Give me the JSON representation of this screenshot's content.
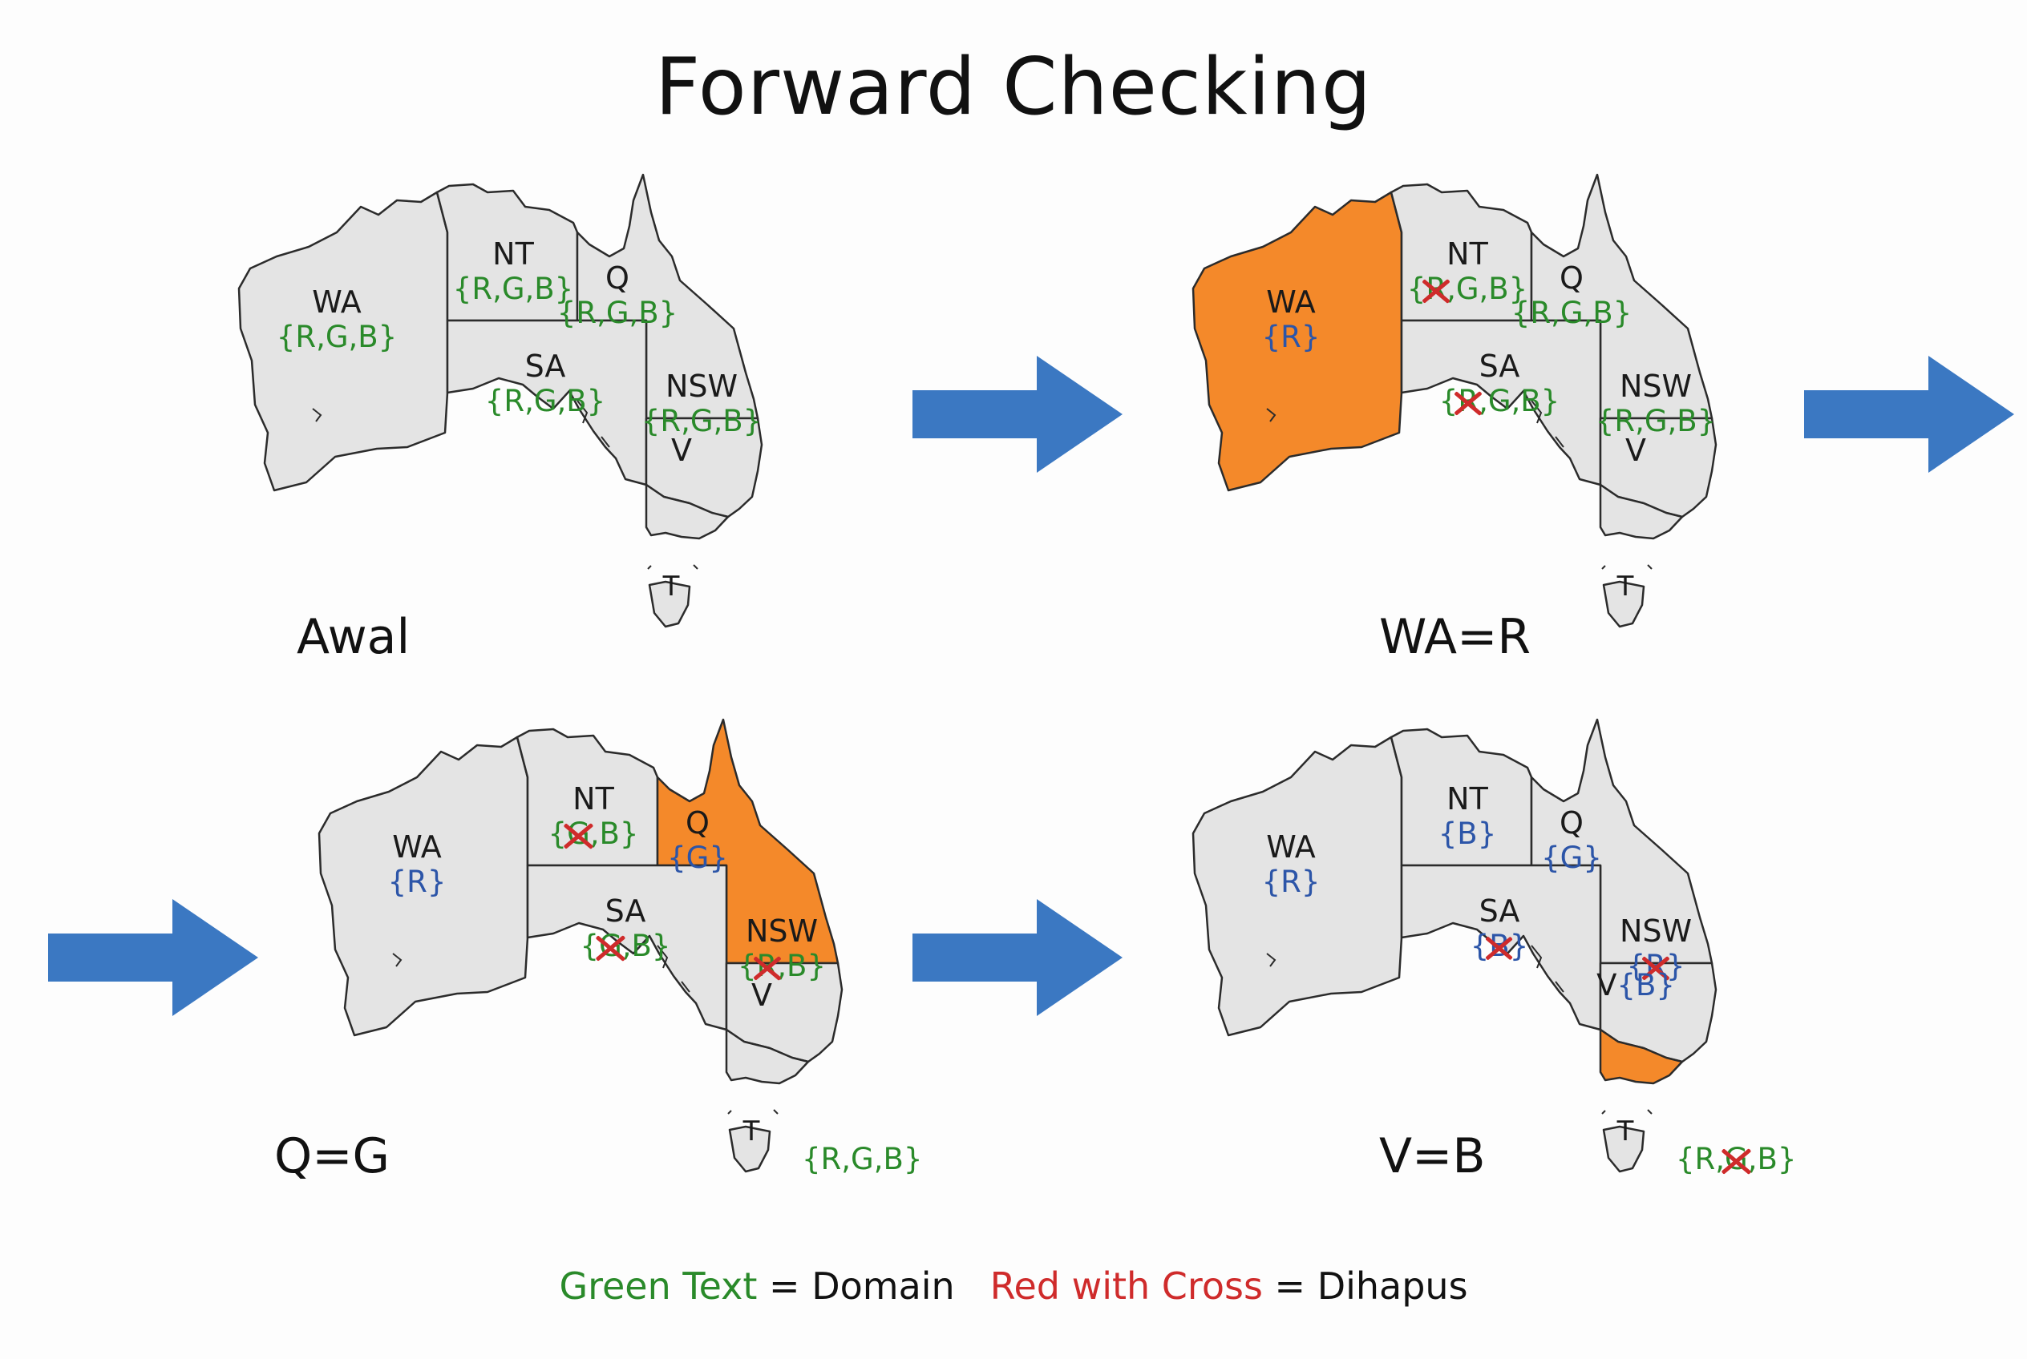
{
  "title": "Forward Checking",
  "panels": [
    {
      "caption": "Awal",
      "regions": {
        "WA": {
          "name": "WA",
          "domain": [
            {
              "v": "R"
            },
            {
              "v": "G"
            },
            {
              "v": "B"
            }
          ],
          "color": "green"
        },
        "NT": {
          "name": "NT",
          "domain": [
            {
              "v": "R"
            },
            {
              "v": "G"
            },
            {
              "v": "B"
            }
          ],
          "color": "green"
        },
        "Q": {
          "name": "Q",
          "domain": [
            {
              "v": "R"
            },
            {
              "v": "G"
            },
            {
              "v": "B"
            }
          ],
          "color": "green"
        },
        "SA": {
          "name": "SA",
          "domain": [
            {
              "v": "R"
            },
            {
              "v": "G"
            },
            {
              "v": "B"
            }
          ],
          "color": "green"
        },
        "NSW": {
          "name": "NSW",
          "domain": [
            {
              "v": "R"
            },
            {
              "v": "G"
            },
            {
              "v": "B"
            }
          ],
          "color": "green"
        },
        "V": {
          "name": "V"
        },
        "T": {
          "name": "T"
        }
      },
      "filled": []
    },
    {
      "caption": "WA=R",
      "regions": {
        "WA": {
          "name": "WA",
          "domain": [
            {
              "v": "R"
            }
          ],
          "color": "blue"
        },
        "NT": {
          "name": "NT",
          "domain": [
            {
              "v": "R",
              "x": true
            },
            {
              "v": "G"
            },
            {
              "v": "B"
            }
          ],
          "color": "green"
        },
        "Q": {
          "name": "Q",
          "domain": [
            {
              "v": "R"
            },
            {
              "v": "G"
            },
            {
              "v": "B"
            }
          ],
          "color": "green"
        },
        "SA": {
          "name": "SA",
          "domain": [
            {
              "v": "R",
              "x": true
            },
            {
              "v": "G"
            },
            {
              "v": "B"
            }
          ],
          "color": "green"
        },
        "NSW": {
          "name": "NSW",
          "domain": [
            {
              "v": "R"
            },
            {
              "v": "G"
            },
            {
              "v": "B"
            }
          ],
          "color": "green"
        },
        "V": {
          "name": "V"
        },
        "T": {
          "name": "T"
        }
      },
      "filled": [
        "WA"
      ]
    },
    {
      "caption": "Q=G",
      "regions": {
        "WA": {
          "name": "WA",
          "domain": [
            {
              "v": "R"
            }
          ],
          "color": "blue"
        },
        "NT": {
          "name": "NT",
          "domain": [
            {
              "v": "G",
              "x": true
            },
            {
              "v": "B"
            }
          ],
          "color": "green"
        },
        "Q": {
          "name": "Q",
          "domain": [
            {
              "v": "G"
            }
          ],
          "color": "blue"
        },
        "SA": {
          "name": "SA",
          "domain": [
            {
              "v": "G",
              "x": true
            },
            {
              "v": "B"
            }
          ],
          "color": "green"
        },
        "NSW": {
          "name": "NSW",
          "domain": [
            {
              "v": "R",
              "x": true
            },
            {
              "v": "B"
            }
          ],
          "color": "green"
        },
        "V": {
          "name": "V"
        },
        "T": {
          "name": "T",
          "domain": [
            {
              "v": "R"
            },
            {
              "v": "G"
            },
            {
              "v": "B"
            }
          ],
          "color": "green"
        }
      },
      "filled": [
        "Q"
      ]
    },
    {
      "caption": "V=B",
      "regions": {
        "WA": {
          "name": "WA",
          "domain": [
            {
              "v": "R"
            }
          ],
          "color": "blue"
        },
        "NT": {
          "name": "NT",
          "domain": [
            {
              "v": "B"
            }
          ],
          "color": "blue"
        },
        "Q": {
          "name": "Q",
          "domain": [
            {
              "v": "G"
            }
          ],
          "color": "blue"
        },
        "SA": {
          "name": "SA",
          "domain": [
            {
              "v": "B",
              "x": true
            }
          ],
          "color": "blue"
        },
        "NSW": {
          "name": "NSW",
          "domain": [
            {
              "v": "R",
              "x": true
            }
          ],
          "color": "blue"
        },
        "V": {
          "name": "V",
          "domain": [
            {
              "v": "B"
            }
          ],
          "color": "blue"
        },
        "T": {
          "name": "T",
          "domain": [
            {
              "v": "R"
            },
            {
              "v": "G",
              "x": true
            },
            {
              "v": "B"
            }
          ],
          "color": "green"
        }
      },
      "filled": [
        "V"
      ]
    }
  ],
  "legend": {
    "green_text": "Green Text",
    "green_meaning": " = Domain",
    "red_text": "Red with Cross",
    "red_meaning": " = Dihapus"
  },
  "colors": {
    "land": "#e4e4e4",
    "border": "#2b2b2b",
    "assigned_fill": "#f4892a",
    "arrow": "#3b78c2",
    "domain_green": "#2a8a2a",
    "domain_blue": "#2c55a8",
    "cross_red": "#cf2b2b"
  }
}
